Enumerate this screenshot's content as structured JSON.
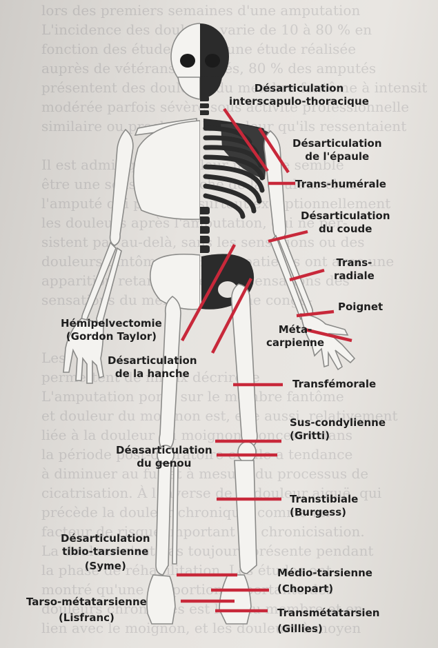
{
  "background_text": [
    "lors des premiers semaines d'une amputation",
    "L'incidence des douleurs varie de 10 à 80 % en",
    "fonction des études. Dans une étude réalisée",
    "auprès de vétérans amputés, 80 % des amputés",
    "présentent des douleurs du membre fantôme à intensité",
    "modérée parfois sévère sous activité professionnelle",
    "similaire ou proche de la douleur qu'ils ressentaient",
    "",
    "Il est admis que la douleur fantôme semble",
    "être une sensation proche de la douleur chez",
    "l'amputé qui persiste, surtout exceptionnellement",
    "les douleurs après l'amputation, qui ne per-",
    "sistent pas au-delà, sans les sensations ou des",
    "douleurs fantômes 15 % des patients ont avec une",
    "apparition retardée avec des sensations des",
    "sensations du membre fantôme congé-",
    "",
    "",
    "Les ",
    "permettent de mieux décrire le",
    "L'amputation porte sur le membre fantôme",
    "et douleur du moignon est, elle aussi, relativement",
    "liée à la douleur du moignon, concerne dans",
    "la période post-opératoire et elle a tendance",
    "à diminuer au fur et à mesure du processus de",
    "cicatrisation. À l'inverse de la douleur aiguë, qui",
    "précède la douleur chronique, comme un",
    "facteur de risque important de chronicisation.",
    "La douleur n'est pas toujours présente pendant",
    "la phase de réhabilitation. Les études ont",
    "montré qu'une proportion importante des",
    "douleurs chroniques est liée au membre et en",
    "lien avec le moignon, et les douleurs à moyen"
  ],
  "labels": {
    "interscapulo_1": "Désarticulation",
    "interscapulo_2": "interscapulo-thoracique",
    "epaule_1": "Désarticulation",
    "epaule_2": "de l'épaule",
    "trans_humerale": "Trans-humérale",
    "coude_1": "Désarticulation",
    "coude_2": "du coude",
    "trans_radiale_1": "Trans-",
    "trans_radiale_2": "radiale",
    "poignet": "Poignet",
    "metacarpienne_1": "Méta-",
    "metacarpienne_2": "carpienne",
    "hemipelvectomie_1": "Hémipelvectomie",
    "hemipelvectomie_2": "(Gordon Taylor)",
    "hanche_1": "Désarticulation",
    "hanche_2": "de la hanche",
    "transfemorale": "Transfémorale",
    "sus_condylienne_1": "Sus-condylienne",
    "sus_condylienne_2": "(Gritti)",
    "genou_1": "Déasarticulation",
    "genou_2": "du genou",
    "transtibiale_1": "Transtibiale",
    "transtibiale_2": "(Burgess)",
    "tibio_tarsienne_1": "Désarticulation",
    "tibio_tarsienne_2": "tibio-tarsienne",
    "tibio_tarsienne_3": "(Syme)",
    "medio_tarsienne_1": "Médio-tarsienne",
    "medio_tarsienne_2": "(Chopart)",
    "tarso_metatarsienne_1": "Tarso-métatarsienne",
    "tarso_metatarsienne_2": "(Lisfranc)",
    "transmetatarsien_1": "Transmétatarsien",
    "transmetatarsien_2": "(Gillies)"
  },
  "colors": {
    "cut_line": "#c8283a",
    "bone_dark": "#2b2b2b",
    "bone_light": "#f3f2ef",
    "label_text": "#1e1e1e"
  }
}
